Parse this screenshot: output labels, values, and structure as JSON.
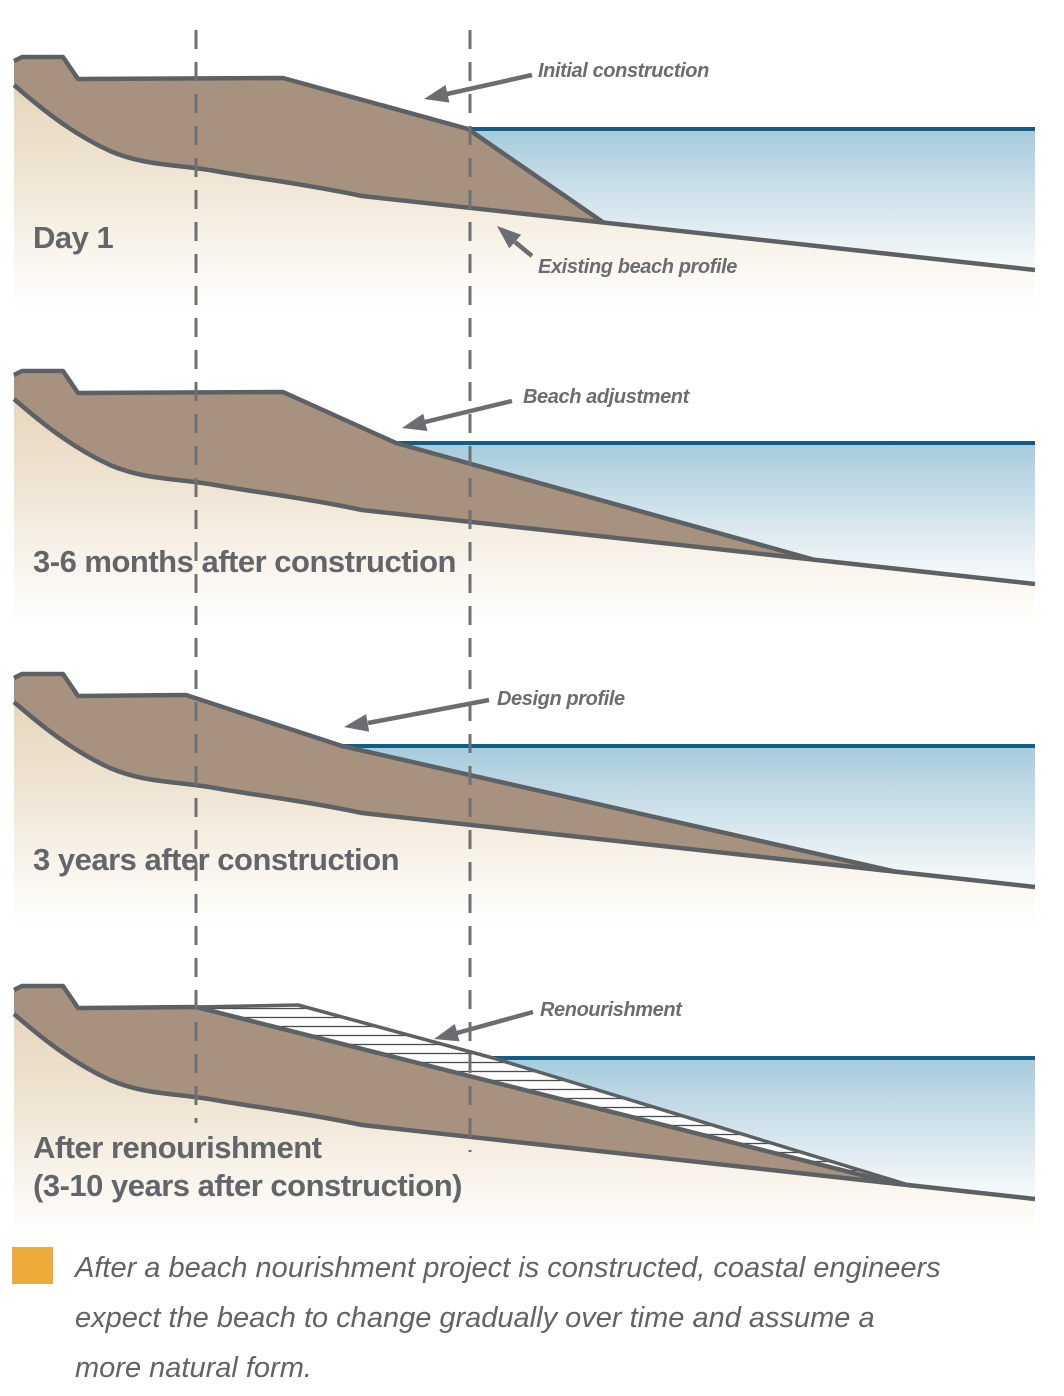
{
  "figure": {
    "type": "beach-nourishment-profile-evolution",
    "colors": {
      "profile_outline": "#5e6164",
      "fill_sand": "#a6927f",
      "native_sand_top": "#e7d5ba",
      "water_surface_line": "#135e86",
      "water_top": "#a5cbdb",
      "text_gray": "#64656a",
      "label_gray": "#6b6d70",
      "caption_square_orange": "#ecab3a",
      "dashed_reference_line": "#6f7072",
      "hatch_line": "#4a4c4e"
    },
    "panels": [
      {
        "title": "Day 1",
        "labels": [
          "Initial construction",
          "Existing beach profile"
        ]
      },
      {
        "title": "3-6 months after construction",
        "labels": [
          "Beach adjustment"
        ]
      },
      {
        "title": "3 years after construction",
        "labels": [
          "Design profile"
        ]
      },
      {
        "title_line1": "After renourishment",
        "title_line2": "(3-10 years after construction)",
        "labels": [
          "Renourishment"
        ]
      }
    ],
    "caption": {
      "lines": [
        "After a beach nourishment project is constructed, coastal engineers",
        "expect the beach to change gradually over time and assume a",
        "more natural form."
      ]
    }
  }
}
